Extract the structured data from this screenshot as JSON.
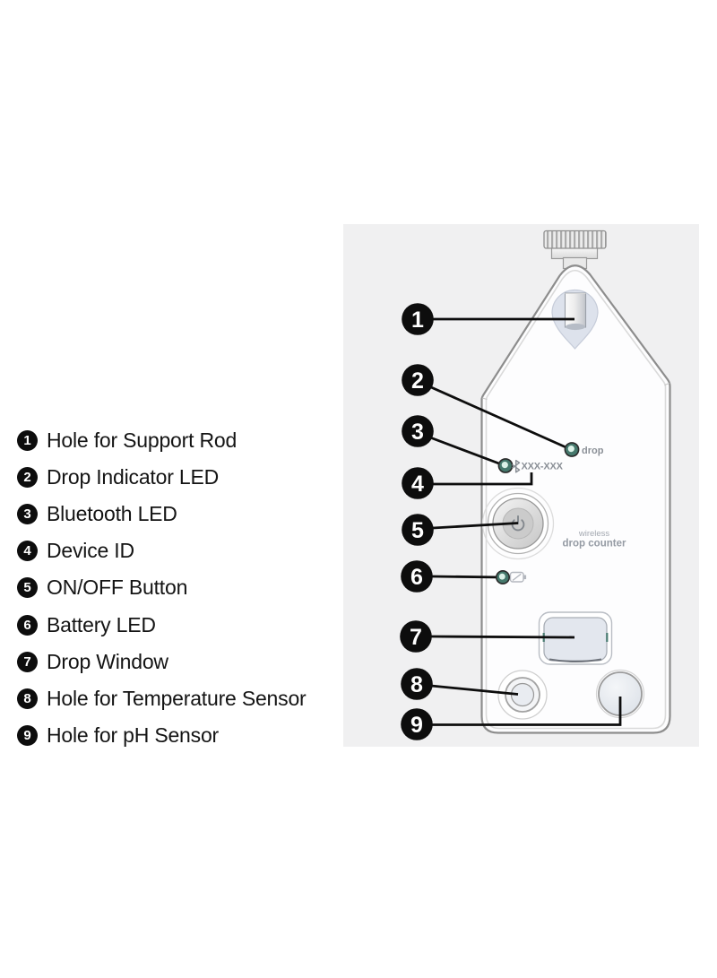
{
  "legend": {
    "items": [
      {
        "number": "1",
        "label": "Hole for Support Rod"
      },
      {
        "number": "2",
        "label": "Drop Indicator LED"
      },
      {
        "number": "3",
        "label": "Bluetooth LED"
      },
      {
        "number": "4",
        "label": "Device ID"
      },
      {
        "number": "5",
        "label": "ON/OFF Button"
      },
      {
        "number": "6",
        "label": "Battery LED"
      },
      {
        "number": "7",
        "label": "Drop Window"
      },
      {
        "number": "8",
        "label": "Hole for Temperature Sensor"
      },
      {
        "number": "9",
        "label": "Hole for pH Sensor"
      }
    ]
  },
  "device": {
    "drop_led_label": "drop",
    "device_id_label": "XXX-XXX",
    "brand_line1": "wireless",
    "brand_line2": "drop counter"
  },
  "colors": {
    "panel_bg": "#f0f0f1",
    "callout_black": "#0d0d0d",
    "led_ring": "#45786c",
    "led_center": "#dcf2e8",
    "label_gray": "#8b9097",
    "window_tick_teal": "#4a7d72",
    "outline_gray": "#8d8d8d"
  }
}
